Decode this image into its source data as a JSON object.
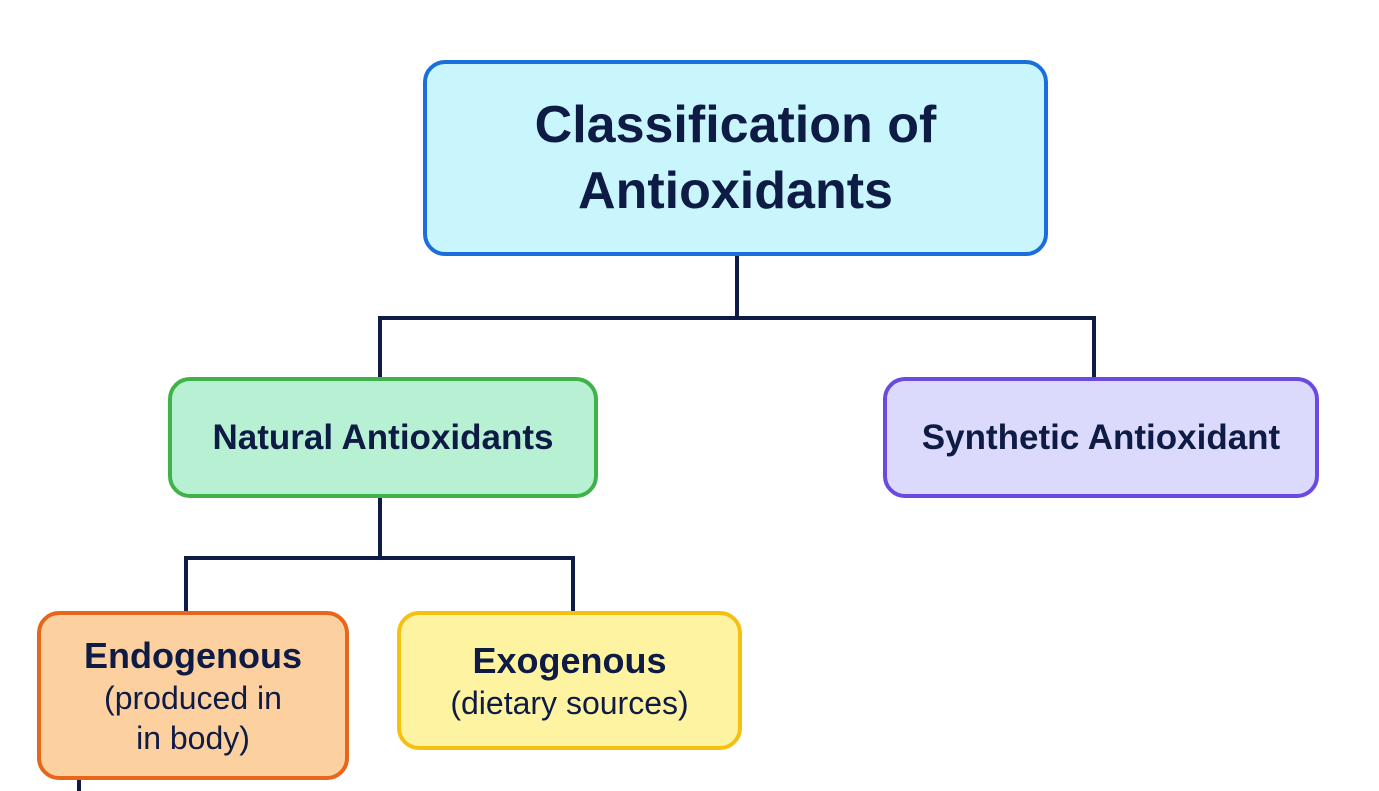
{
  "root": {
    "title_line1": "Classification of",
    "title_line2": "Antioxidants"
  },
  "natural": {
    "label": "Natural Antioxidants"
  },
  "synthetic": {
    "label": "Synthetic Antioxidant"
  },
  "endogenous": {
    "title": "Endogenous",
    "subtitle_line1": "(produced in",
    "subtitle_line2": "in body)"
  },
  "exogenous": {
    "title": "Exogenous",
    "subtitle": "(dietary sources)"
  },
  "colors": {
    "line": "#0d1b45",
    "root_fill": "#c9f5fc",
    "root_border": "#1a6fdc",
    "natural_fill": "#b8f0d4",
    "natural_border": "#3fb34a",
    "synthetic_fill": "#dcdafc",
    "synthetic_border": "#6a4ae0",
    "endogenous_fill": "#fdd0a0",
    "endogenous_border": "#e8661c",
    "exogenous_fill": "#fdf3a0",
    "exogenous_border": "#f6c010"
  }
}
